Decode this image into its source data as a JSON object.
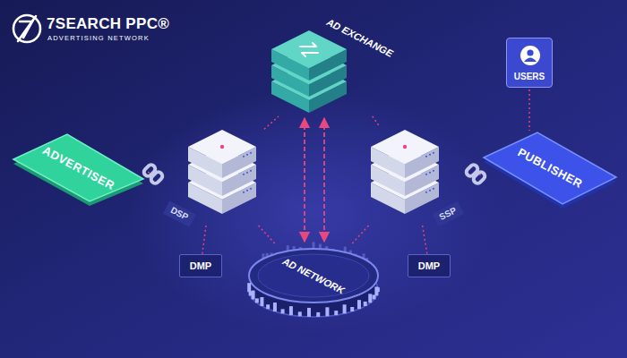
{
  "diagram": {
    "nodes": [
      {
        "text": [
          "AD EXCHANGE"
        ]
      },
      {
        "text": [
          "USERS"
        ]
      },
      {
        "text": [
          "ADVERTISER"
        ]
      },
      {
        "text": [
          "DSP"
        ]
      },
      {
        "text": [
          "SSP"
        ]
      },
      {
        "text": [
          "PUBLISHER"
        ]
      },
      {
        "text": [
          "DMP"
        ]
      },
      {
        "text": [
          "AD NETWORK"
        ]
      },
      {
        "text": [
          "DMP"
        ]
      }
    ],
    "edges": [
      {
        "from": 2,
        "to": 3,
        "arrow": "none"
      },
      {
        "from": 3,
        "to": 0,
        "arrow": "none"
      },
      {
        "from": 0,
        "to": 4,
        "arrow": "none"
      },
      {
        "from": 4,
        "to": 5,
        "arrow": "none"
      },
      {
        "from": 1,
        "to": 5,
        "arrow": "none"
      },
      {
        "from": 3,
        "to": 6,
        "arrow": "none"
      },
      {
        "from": 4,
        "to": 8,
        "arrow": "none"
      },
      {
        "from": 3,
        "to": 7,
        "arrow": "none"
      },
      {
        "from": 4,
        "to": 7,
        "arrow": "none"
      },
      {
        "from": 0,
        "to": 7,
        "arrow": "both"
      },
      {
        "from": 0,
        "to": 7,
        "arrow": "both"
      }
    ],
    "labels": [
      "7SEARCH PPC®",
      "ADVERTISING NETWORK"
    ]
  }
}
